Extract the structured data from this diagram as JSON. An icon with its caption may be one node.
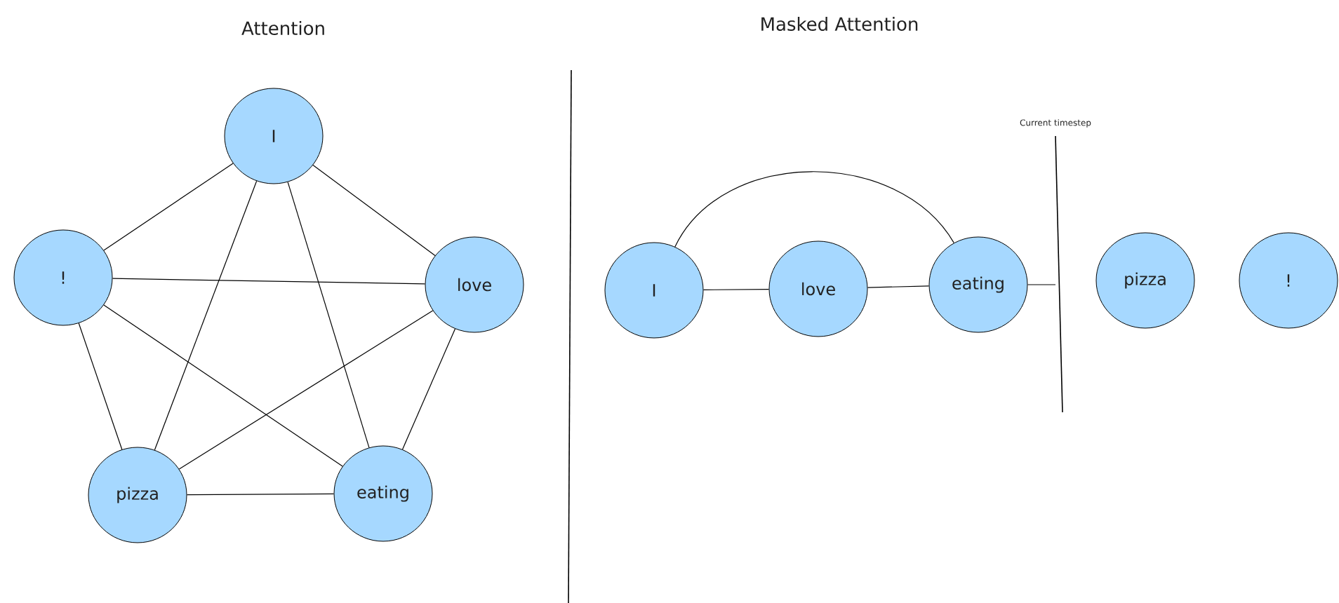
{
  "diagram": {
    "nodes": [
      {
        "text": [
          "I"
        ]
      },
      {
        "text": [
          "!"
        ]
      },
      {
        "text": [
          "love"
        ]
      },
      {
        "text": [
          "pizza"
        ]
      },
      {
        "text": [
          "eating"
        ]
      },
      {
        "text": [
          "I"
        ]
      },
      {
        "text": [
          "love"
        ]
      },
      {
        "text": [
          "eating"
        ]
      },
      {
        "text": [
          "pizza"
        ]
      },
      {
        "text": [
          "!"
        ]
      }
    ],
    "edges": [
      {
        "from": 0,
        "to": 1,
        "arrow": "none"
      },
      {
        "from": 0,
        "to": 2,
        "arrow": "none"
      },
      {
        "from": 0,
        "to": 3,
        "arrow": "none"
      },
      {
        "from": 0,
        "to": 4,
        "arrow": "none"
      },
      {
        "from": 1,
        "to": 2,
        "arrow": "none"
      },
      {
        "from": 1,
        "to": 3,
        "arrow": "none"
      },
      {
        "from": 1,
        "to": 4,
        "arrow": "none"
      },
      {
        "from": 2,
        "to": 3,
        "arrow": "none"
      },
      {
        "from": 2,
        "to": 4,
        "arrow": "none"
      },
      {
        "from": 3,
        "to": 4,
        "arrow": "none"
      },
      {
        "from": 5,
        "to": 6,
        "arrow": "none"
      },
      {
        "from": 6,
        "to": 7,
        "arrow": "none"
      },
      {
        "from": 5,
        "to": 7,
        "arrow": "none"
      },
      {
        "from": 7,
        "to": null,
        "arrow": "none"
      }
    ],
    "labels": [
      "Attention",
      "Masked Attention",
      "Current timestep"
    ]
  }
}
